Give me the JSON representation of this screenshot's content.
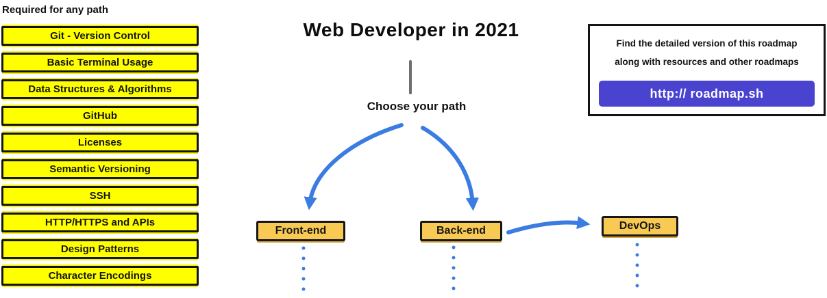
{
  "page": {
    "background": "#ffffff"
  },
  "required_path": {
    "title": "Required for any path",
    "box_color": "#ffff00",
    "border_color": "#141414",
    "items": [
      "Git - Version Control",
      "Basic Terminal Usage",
      "Data Structures & Algorithms",
      "GitHub",
      "Licenses",
      "Semantic Versioning",
      "SSH",
      "HTTP/HTTPS and APIs",
      "Design Patterns",
      "Character Encodings"
    ]
  },
  "header": {
    "title": "Web Developer in 2021"
  },
  "path_chooser": {
    "label": "Choose your path",
    "arrow_color": "#3b7ce2",
    "node_color": "#f8ca54",
    "stem_color": "#6e6e6e",
    "options": [
      {
        "label": "Front-end"
      },
      {
        "label": "Back-end"
      },
      {
        "label": "DevOps"
      }
    ]
  },
  "info_box": {
    "line1": "Find the detailed version of this roadmap",
    "line2": "along with resources and other roadmaps",
    "button_label": "http:// roadmap.sh",
    "button_color": "#4a43cf"
  }
}
